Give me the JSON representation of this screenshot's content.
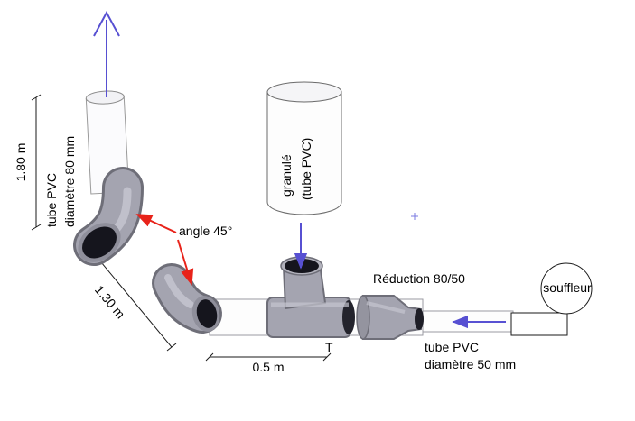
{
  "labels": {
    "tube80_name": "tube PVC",
    "tube80_diameter": "diamètre 80 mm",
    "dim_vertical": "1.80 m",
    "dim_diagonal": "1.30 m",
    "angle": "angle 45°",
    "granule_name": "granulé",
    "granule_sub": "(tube PVC)",
    "reduction": "Réduction 80/50",
    "blower": "souffleur",
    "tee": "T",
    "dim_horizontal": "0.5 m",
    "tube50_name": "tube PVC",
    "tube50_diameter": "diamètre 50 mm"
  },
  "colors": {
    "flow_arrow": "#5750d2",
    "angle_arrow": "#e8231a",
    "fitting_grey": "#a4a4b0",
    "fitting_edge": "#6e6e78",
    "fitting_dark": "#15151d",
    "tube_outline": "#9a9aa2",
    "dimension_line": "#1a1a1a",
    "background": "#ffffff"
  }
}
